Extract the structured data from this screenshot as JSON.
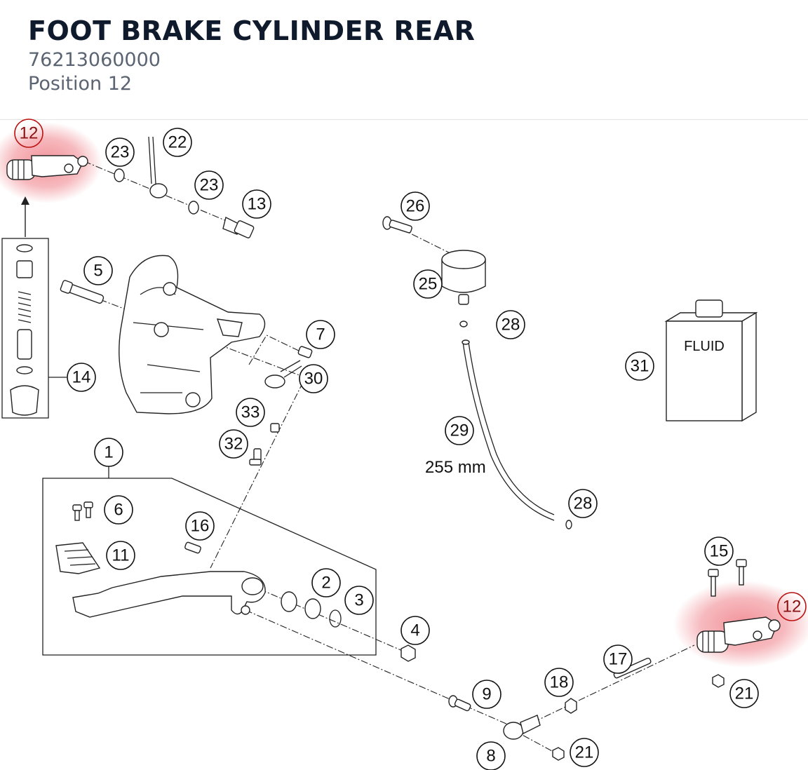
{
  "header": {
    "title": "FOOT BRAKE CYLINDER REAR",
    "part_number": "76213060000",
    "position": "Position 12"
  },
  "diagram": {
    "highlight_color": "#e63946",
    "callouts": {
      "c12a": "12",
      "c23a": "23",
      "c22": "22",
      "c23b": "23",
      "c13": "13",
      "c5": "5",
      "c14": "14",
      "c7": "7",
      "c30": "30",
      "c33": "33",
      "c32": "32",
      "c26": "26",
      "c25": "25",
      "c28a": "28",
      "c29": "29",
      "c28b": "28",
      "c31": "31",
      "c1": "1",
      "c6": "6",
      "c16": "16",
      "c11": "11",
      "c2": "2",
      "c3": "3",
      "c4": "4",
      "c9": "9",
      "c8": "8",
      "c18": "18",
      "c21a": "21",
      "c17": "17",
      "c15": "15",
      "c12b": "12",
      "c21b": "21"
    },
    "hose_length": "255 mm",
    "fluid_label": "FLUID"
  }
}
